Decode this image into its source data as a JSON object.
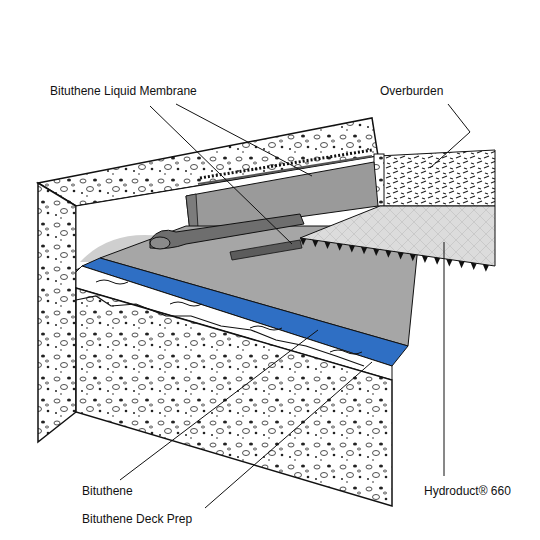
{
  "diagram": {
    "labels": [
      "Bituthene Liquid Membrane",
      "Overburden",
      "Bituthene",
      "Bituthene Deck Prep",
      "Hydroduct® 660"
    ]
  }
}
